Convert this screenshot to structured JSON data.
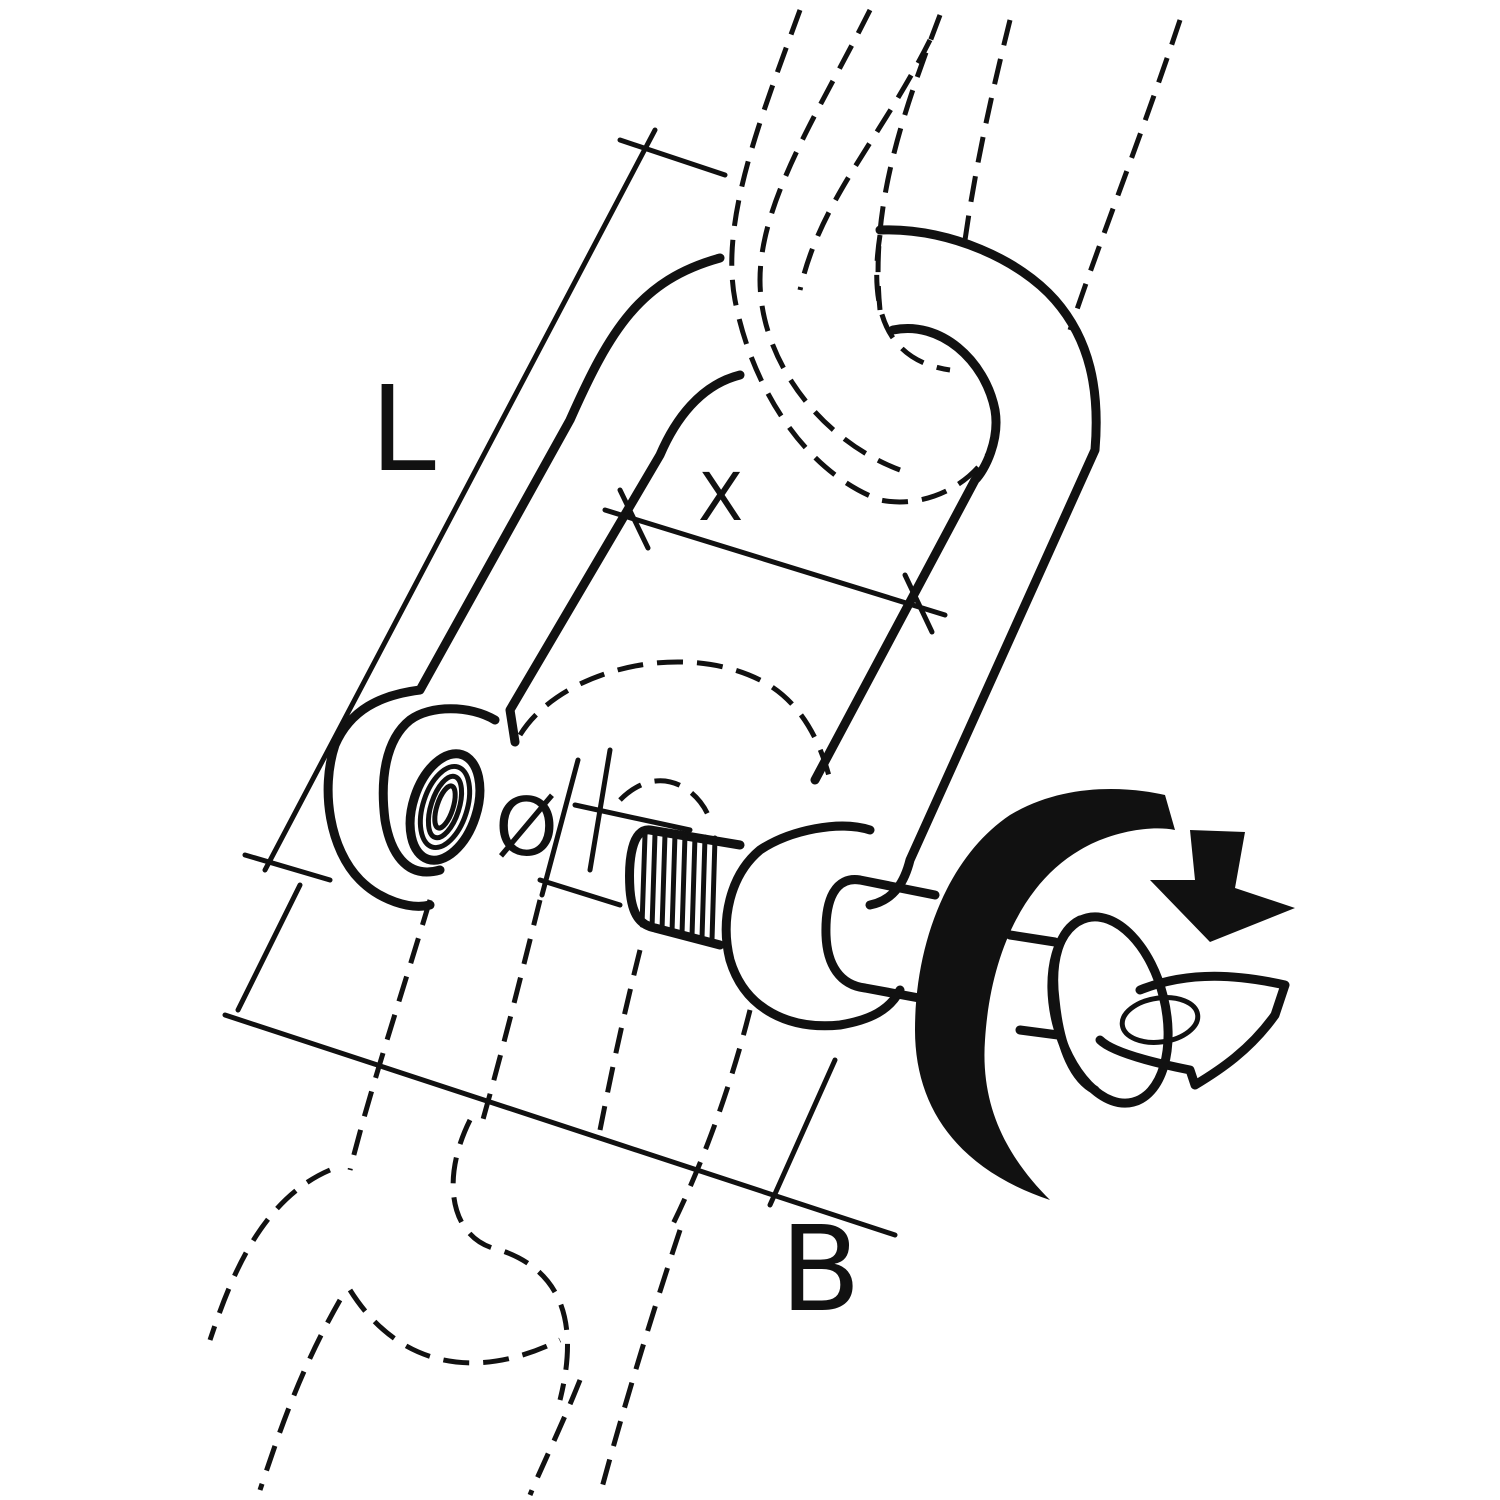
{
  "labels": {
    "length": "L",
    "width_inside": "X",
    "diameter": "Ø",
    "width_total": "B"
  },
  "icons": {
    "rotation": "clockwise-rotation-arrow-icon"
  },
  "colors": {
    "line": "#111111",
    "background": "#ffffff"
  }
}
